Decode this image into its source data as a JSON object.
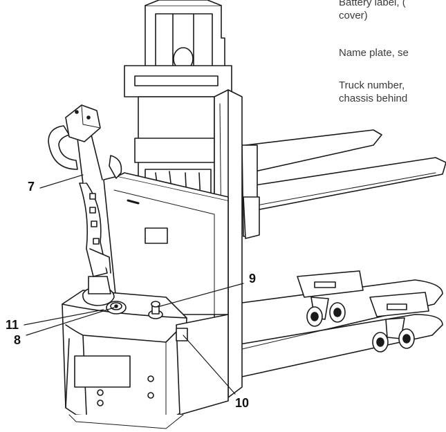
{
  "notes": [
    {
      "id": "battery",
      "lines": [
        "Battery label, (",
        "cover)"
      ]
    },
    {
      "id": "nameplate",
      "lines": [
        "Name plate, se"
      ]
    },
    {
      "id": "trucknumber",
      "lines": [
        "Truck number,",
        "chassis behind"
      ]
    }
  ],
  "callouts": [
    {
      "id": "c7",
      "label": "7"
    },
    {
      "id": "c9",
      "label": "9"
    },
    {
      "id": "c11",
      "label": "11"
    },
    {
      "id": "c8",
      "label": "8"
    },
    {
      "id": "c10",
      "label": "10"
    }
  ],
  "colors": {
    "line": "#1a1a1a",
    "fill": "#ffffff",
    "shade": "#d9d9d9",
    "text": "#3a3a3a"
  }
}
